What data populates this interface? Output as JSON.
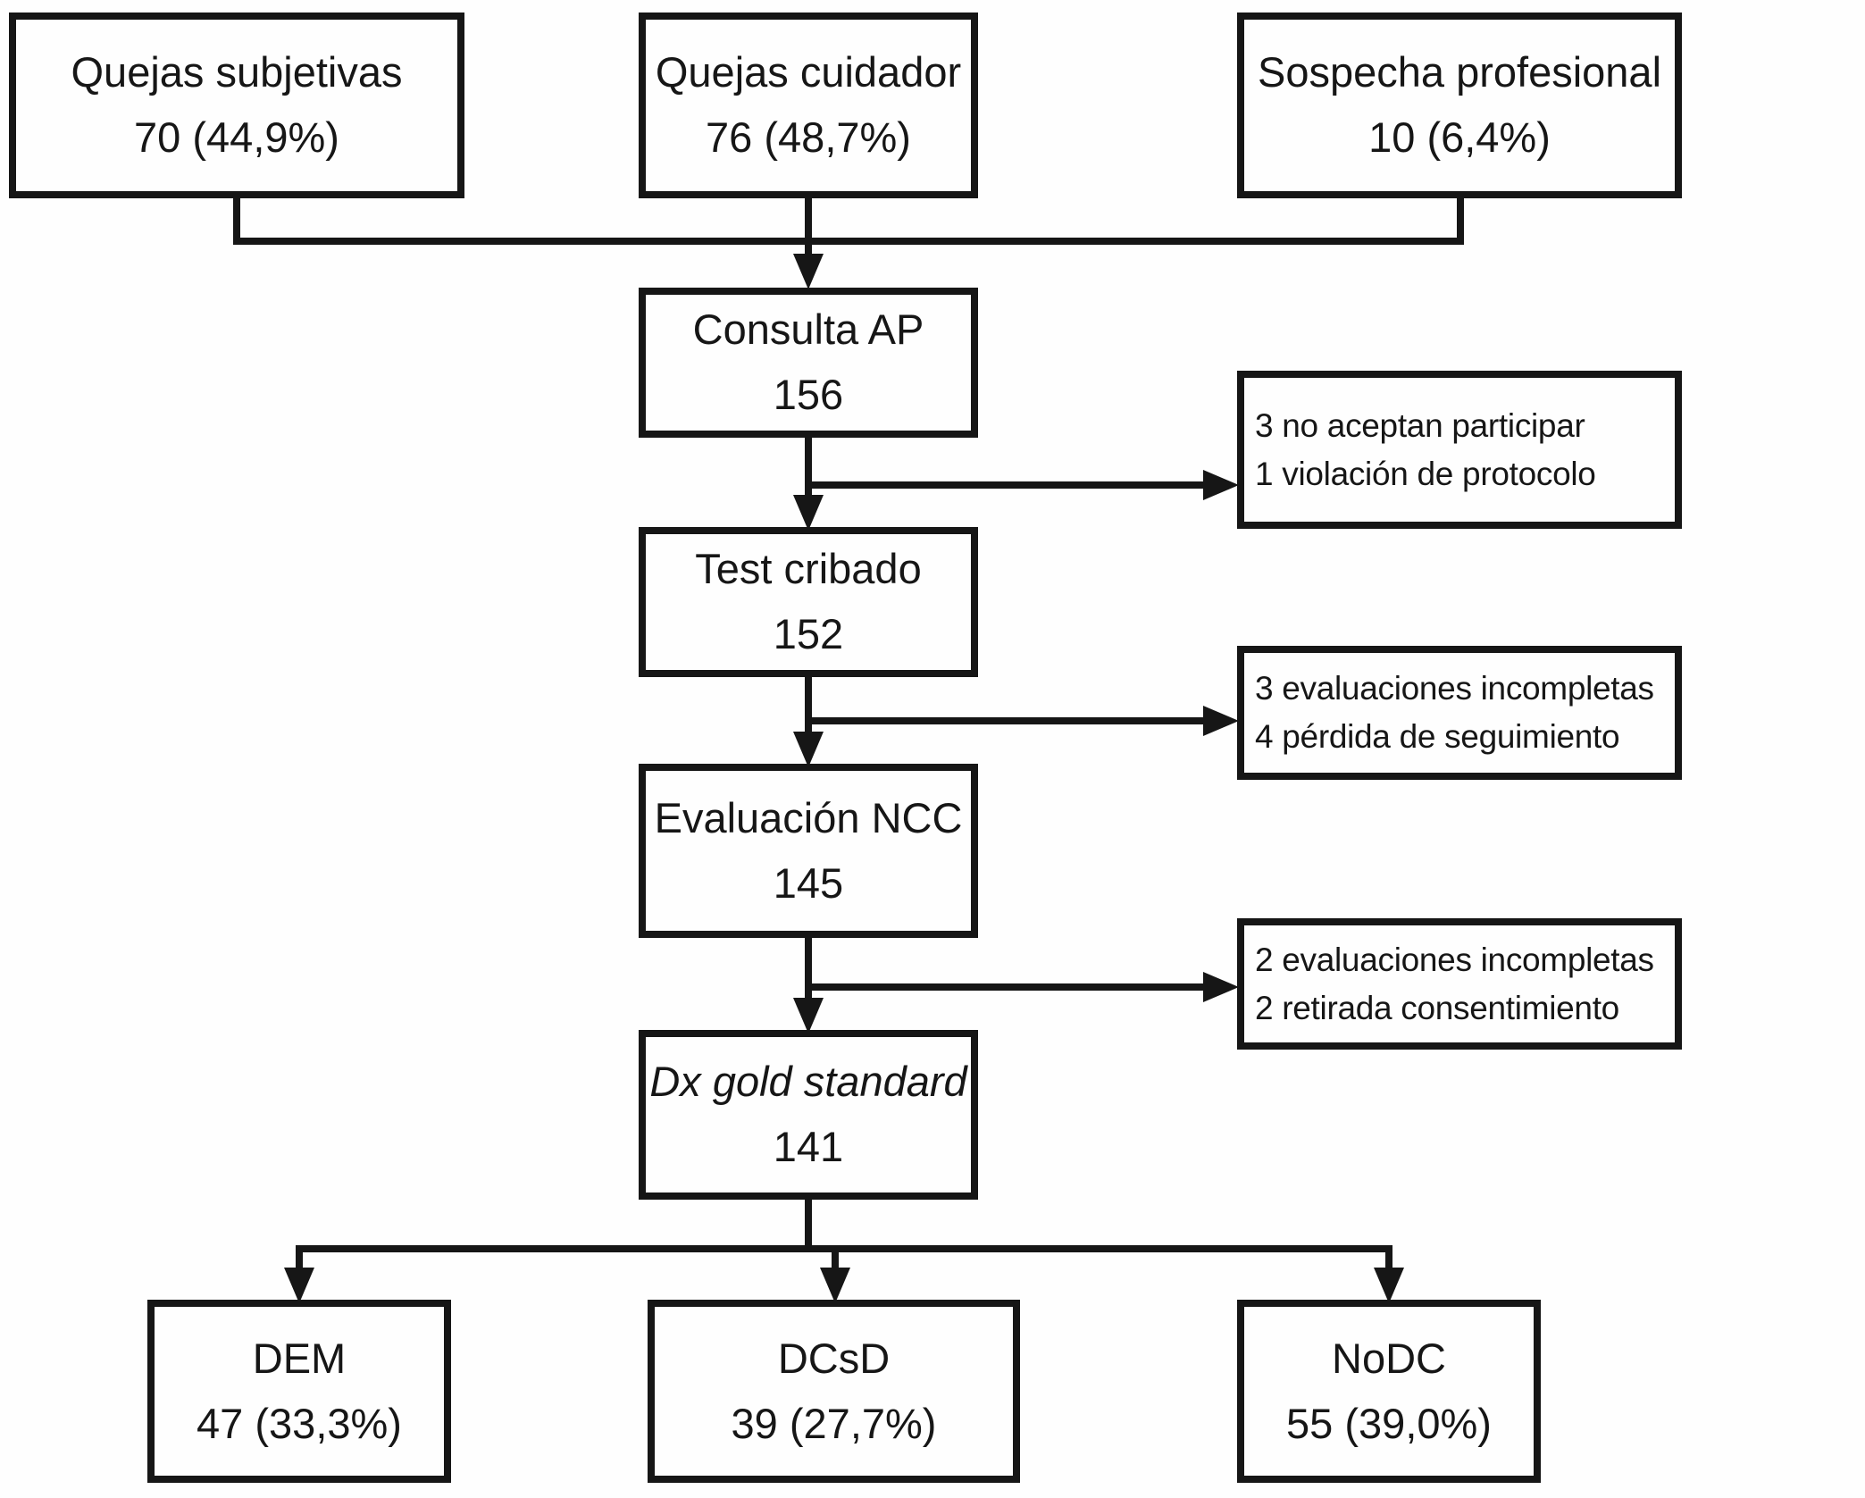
{
  "figure": {
    "type": "study-flowchart",
    "background_color": "#fefefe",
    "line_color": "#161616"
  },
  "sources": [
    {
      "id": "quejas-subjetivas",
      "line1": "Quejas subjetivas",
      "line2": "70 (44,9%)"
    },
    {
      "id": "quejas-cuidador",
      "line1": "Quejas cuidador",
      "line2": "76 (48,7%)"
    },
    {
      "id": "sospecha-profesional",
      "line1": "Sospecha profesional",
      "line2": "10 (6,4%)"
    }
  ],
  "stages": [
    {
      "id": "consulta-ap",
      "line1": "Consulta AP",
      "line2": "156"
    },
    {
      "id": "test-cribado",
      "line1": "Test cribado",
      "line2": "152"
    },
    {
      "id": "evaluacion-ncc",
      "line1": "Evaluación NCC",
      "line2": "145"
    },
    {
      "id": "dx-gold-standard",
      "line1": "Dx gold standard",
      "line2": "141"
    }
  ],
  "exclusions": [
    {
      "id": "exclusion-consulta",
      "line1": "3 no aceptan participar",
      "line2": "1 violación de protocolo"
    },
    {
      "id": "exclusion-cribado",
      "line1": "3 evaluaciones incompletas",
      "line2": "4 pérdida de seguimiento"
    },
    {
      "id": "exclusion-ncc",
      "line1": "2 evaluaciones incompletas",
      "line2": "2 retirada consentimiento"
    }
  ],
  "outcomes": [
    {
      "id": "dem",
      "line1": "DEM",
      "line2": "47 (33,3%)"
    },
    {
      "id": "dcsd",
      "line1": "DCsD",
      "line2": "39 (27,7%)"
    },
    {
      "id": "nodc",
      "line1": "NoDC",
      "line2": "55 (39,0%)"
    }
  ]
}
